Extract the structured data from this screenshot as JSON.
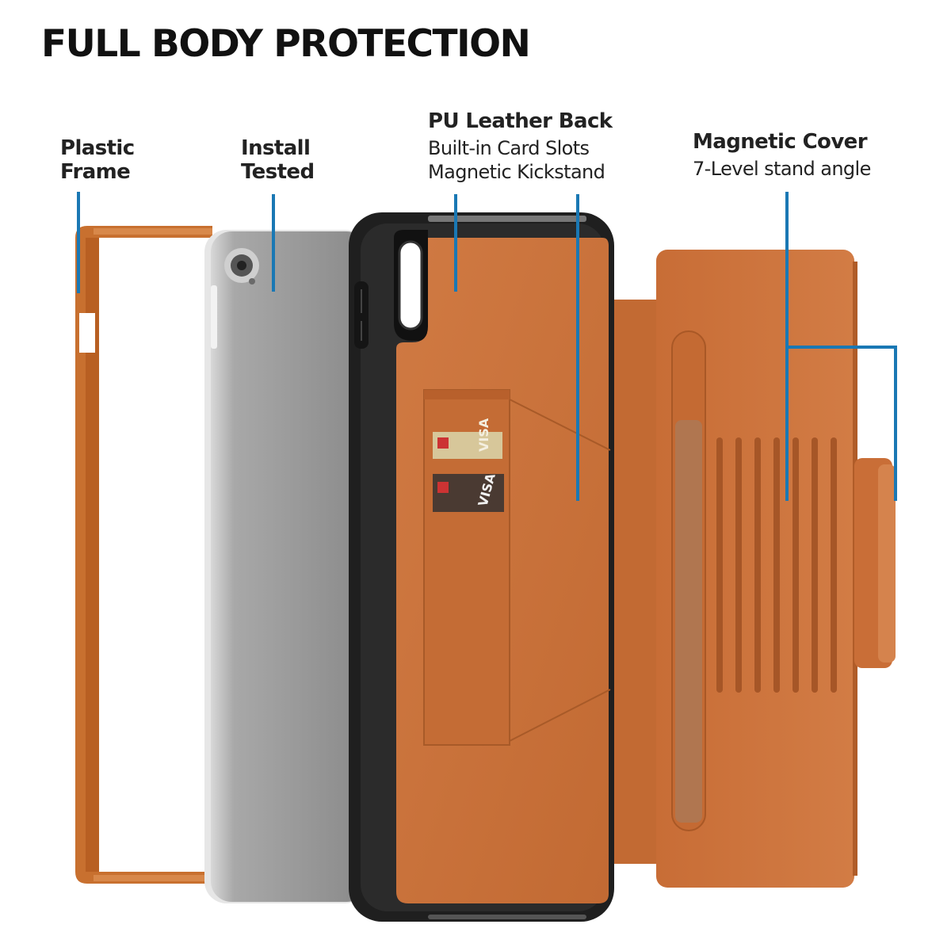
{
  "headline": "FULL BODY PROTECTION",
  "labels": {
    "plastic_frame": [
      "Plastic",
      "Frame"
    ],
    "install_tested": [
      "Install",
      "Tested"
    ],
    "pu_leather_back": {
      "title": "PU Leather Back",
      "lines": [
        "Built-in Card Slots",
        "Magnetic Kickstand"
      ]
    },
    "magnetic_cover": {
      "title": "Magnetic Cover",
      "lines": [
        "7-Level stand angle"
      ]
    }
  },
  "cards": [
    {
      "brand": "VISA"
    },
    {
      "brand": "VISA"
    }
  ],
  "colors": {
    "leather": "#c9703a",
    "leather_dark": "#a9582a",
    "callout": "#1a78b4",
    "bumper": "#222222",
    "tablet": "#9a9a9a"
  }
}
